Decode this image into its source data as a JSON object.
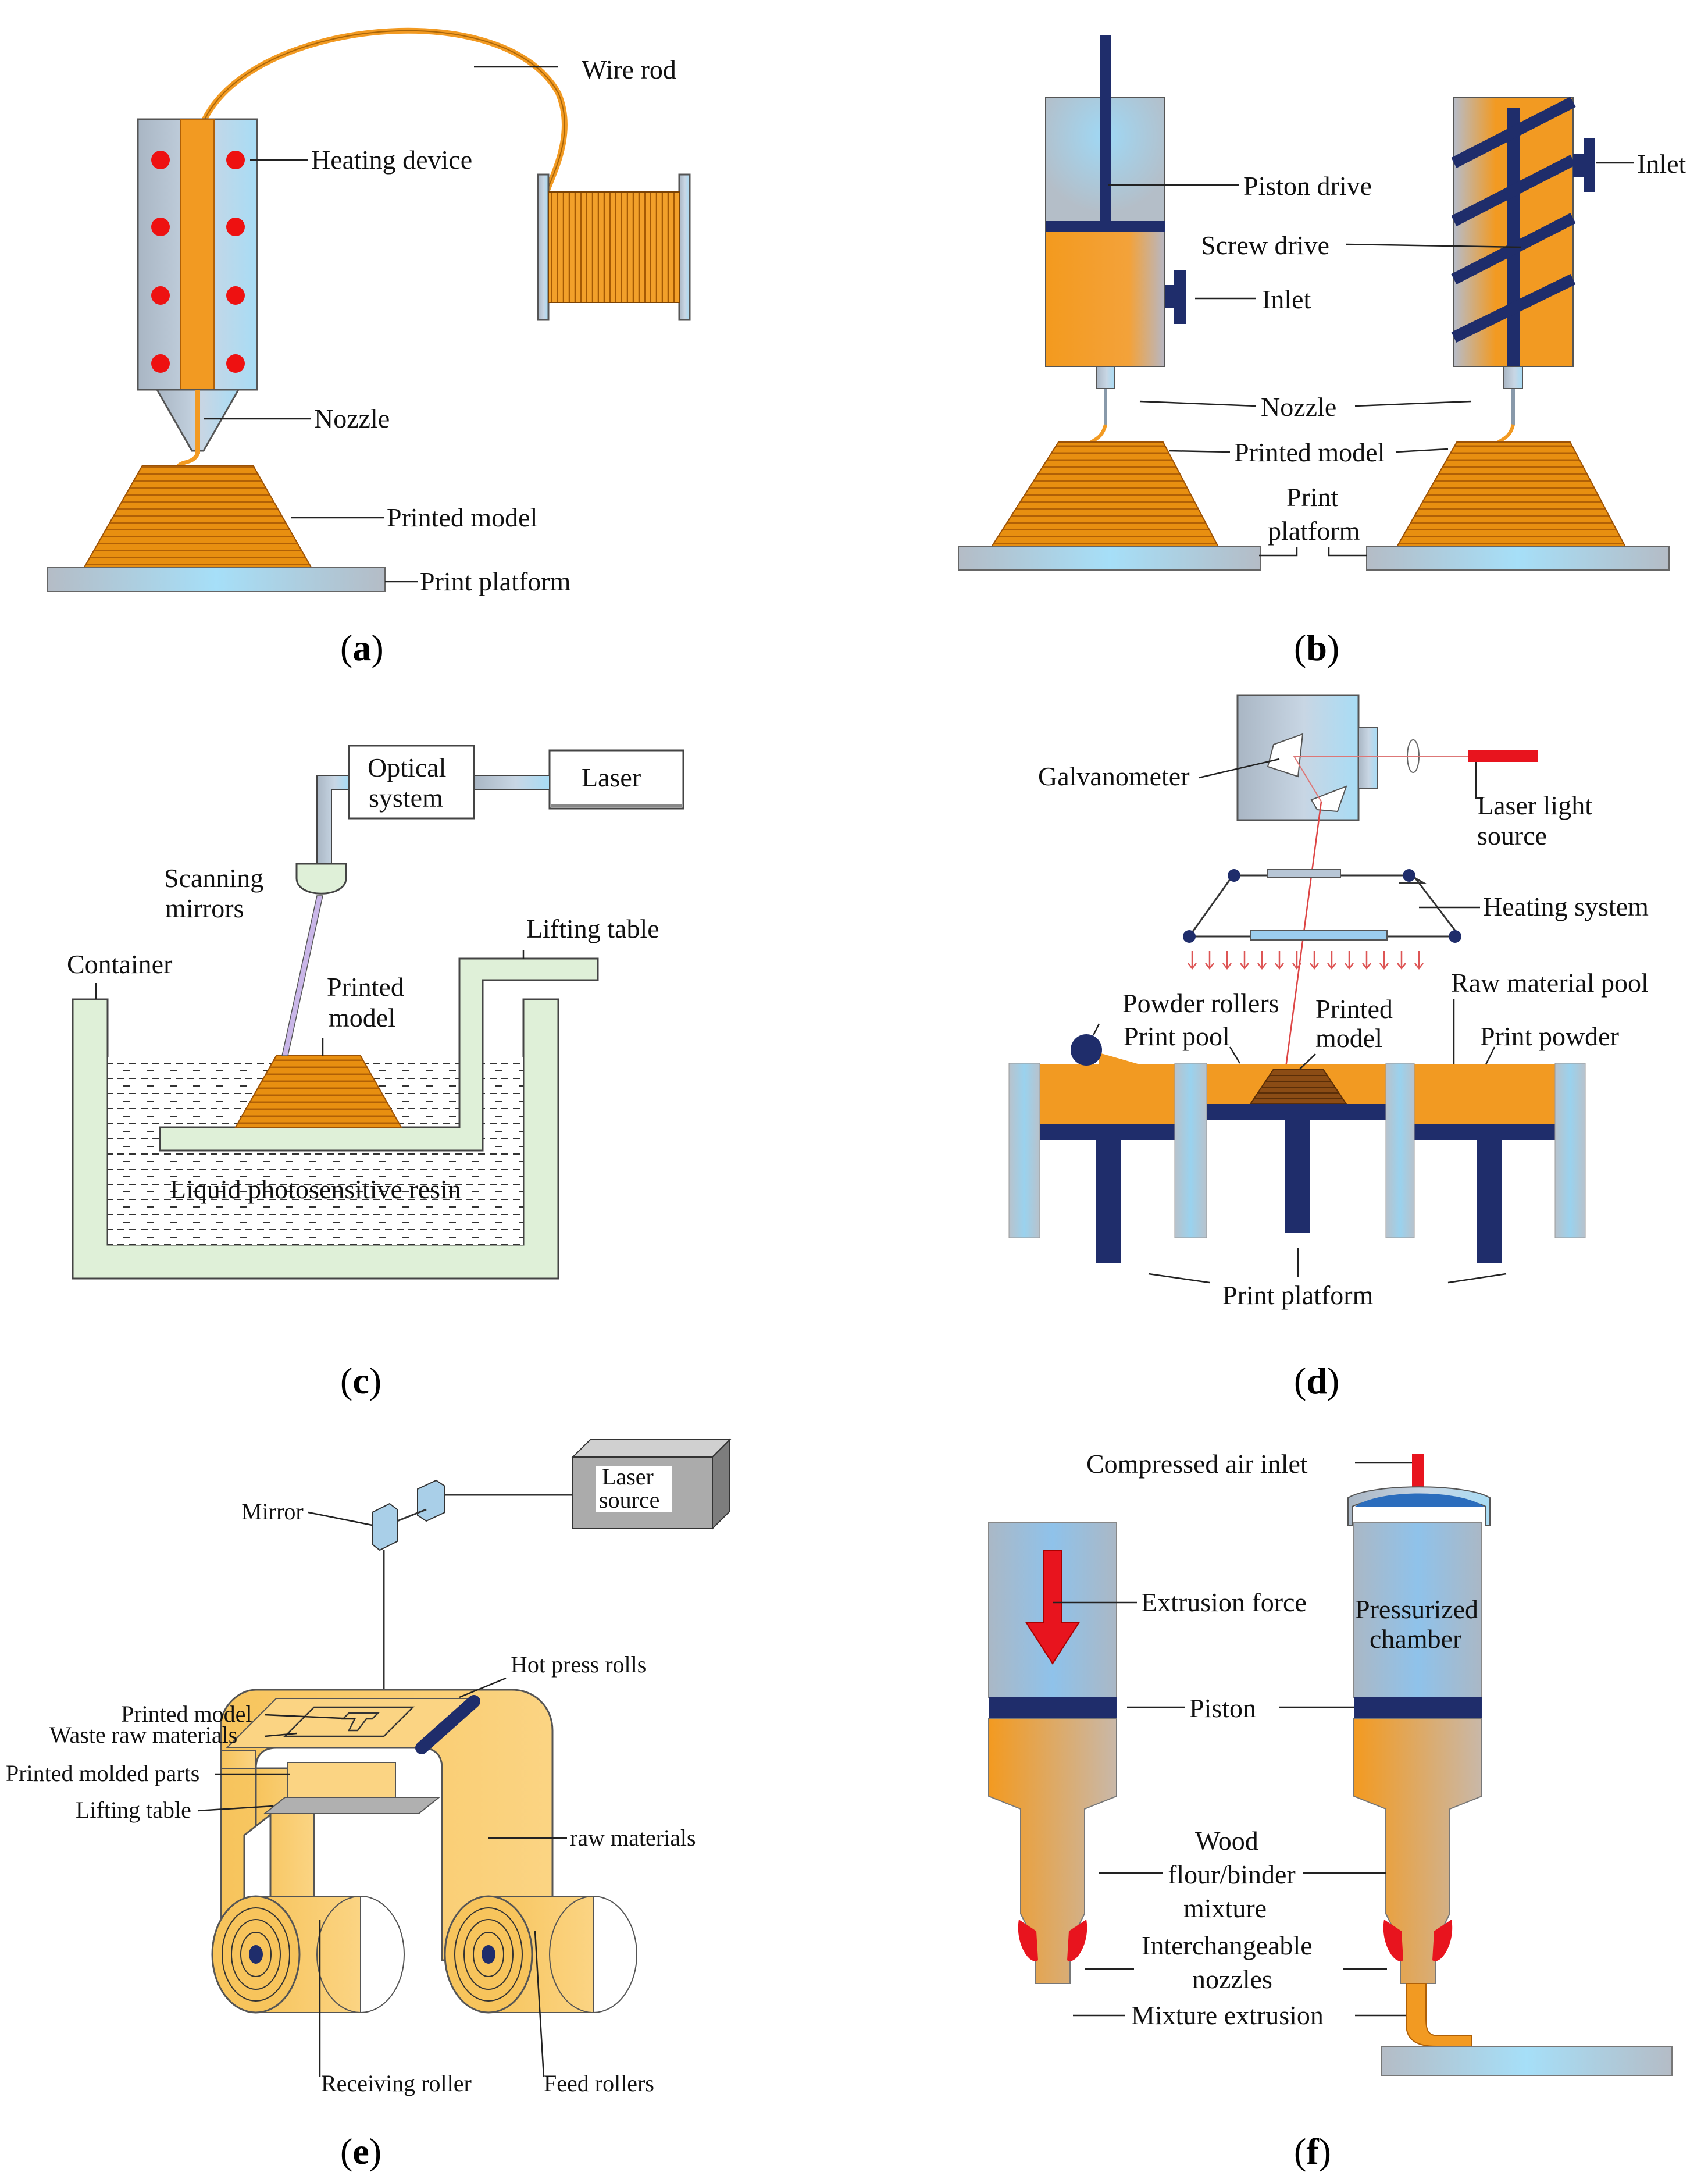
{
  "panels": {
    "a": {
      "caption_open": "(",
      "caption_letter": "a",
      "caption_close": ")",
      "labels": {
        "wire_rod": "Wire rod",
        "heating_device": "Heating device",
        "nozzle": "Nozzle",
        "printed_model": "Printed model",
        "print_platform": "Print platform"
      }
    },
    "b": {
      "caption_open": "(",
      "caption_letter": "b",
      "caption_close": ")",
      "labels": {
        "piston_drive": "Piston drive",
        "screw_drive": "Screw drive",
        "inlet_left": "Inlet",
        "inlet_right": "Inlet",
        "nozzle": "Nozzle",
        "printed_model": "Printed model",
        "print_platform_line1": "Print",
        "print_platform_line2": "platform"
      }
    },
    "c": {
      "caption_open": "(",
      "caption_letter": "c",
      "caption_close": ")",
      "labels": {
        "optical_line1": "Optical",
        "optical_line2": "system",
        "laser": "Laser",
        "scanning_line1": "Scanning",
        "scanning_line2": "mirrors",
        "lifting_table": "Lifting table",
        "container": "Container",
        "printed_line1": "Printed",
        "printed_line2": "model",
        "resin": "Liquid photosensitive resin"
      }
    },
    "d": {
      "caption_open": "(",
      "caption_letter": "d",
      "caption_close": ")",
      "labels": {
        "galvanometer": "Galvanometer",
        "laser_source_line1": "Laser light",
        "laser_source_line2": "source",
        "heating_system": "Heating system",
        "powder_rollers": "Powder rollers",
        "print_pool": "Print pool",
        "printed_line1": "Printed",
        "printed_line2": "model",
        "raw_material_pool": "Raw material pool",
        "print_powder": "Print powder",
        "print_platform": "Print platform"
      }
    },
    "e": {
      "caption_open": "(",
      "caption_letter": "e",
      "caption_close": ")",
      "labels": {
        "laser_line1": "Laser",
        "laser_line2": "source",
        "mirror": "Mirror",
        "hot_press_rolls": "Hot press rolls",
        "printed_model": "Printed model",
        "waste_raw_materials": "Waste raw materials",
        "printed_molded_parts": "Printed molded parts",
        "lifting_table": "Lifting table",
        "raw_materials": "raw materials",
        "receiving_roller": "Receiving roller",
        "feed_rollers": "Feed rollers"
      }
    },
    "f": {
      "caption_open": "(",
      "caption_letter": "f",
      "caption_close": ")",
      "labels": {
        "compressed_air_inlet": "Compressed air inlet",
        "extrusion_force": "Extrusion force",
        "pressurized_line1": "Pressurized",
        "pressurized_line2": "chamber",
        "piston": "Piston",
        "mixture_line1": "Wood",
        "mixture_line2": "flour/binder",
        "mixture_line3": "mixture",
        "nozzles_line1": "Interchangeable",
        "nozzles_line2": "nozzles",
        "mixture_extrusion": "Mixture extrusion"
      }
    }
  },
  "colors": {
    "orange": "#f29a22",
    "dark_navy": "#1f2d6b",
    "steel": "#b7c6d6",
    "light_blue": "#9ccdee",
    "red": "#e8141e",
    "pale_green": "#dff0d8",
    "pale_yellow": "#f9c968",
    "brown": "#8a4b14"
  }
}
